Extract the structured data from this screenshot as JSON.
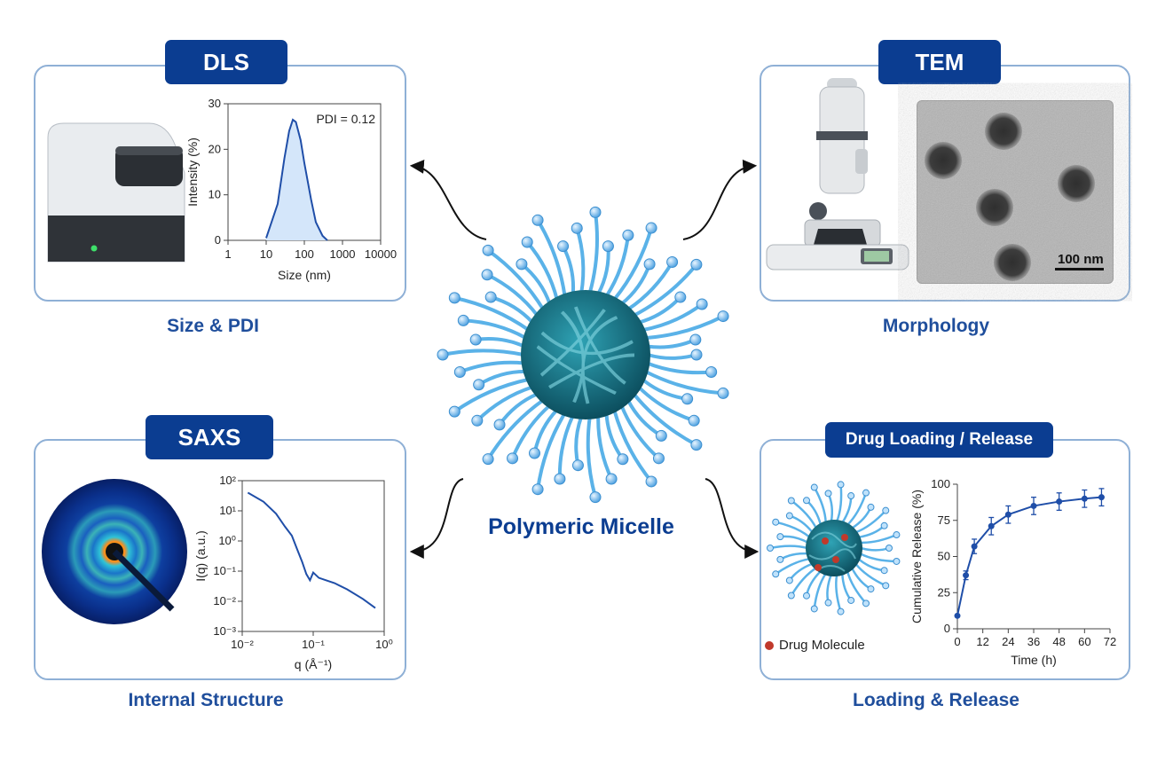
{
  "center": {
    "title": "Polymeric Micelle"
  },
  "dls": {
    "badge": "DLS",
    "caption": "Size & PDI",
    "annotation": "PDI = 0.12",
    "chart_data": {
      "type": "area",
      "xlabel": "Size (nm)",
      "ylabel": "Intensity (%)",
      "x_scale": "log",
      "xlim": [
        1,
        10000
      ],
      "ylim": [
        0,
        30
      ],
      "x_ticks": [
        "1",
        "10",
        "100",
        "1000",
        "10000"
      ],
      "y_ticks": [
        "0",
        "10",
        "20",
        "30"
      ],
      "series": [
        {
          "x": [
            10,
            20,
            30,
            40,
            50,
            60,
            80,
            100,
            150,
            200,
            300,
            400
          ],
          "y": [
            0.5,
            8,
            18,
            24,
            26.5,
            26,
            22,
            17,
            9,
            4,
            1,
            0
          ]
        }
      ]
    }
  },
  "tem": {
    "badge": "TEM",
    "caption": "Morphology",
    "scale_bar": "100 nm"
  },
  "saxs": {
    "badge": "SAXS",
    "caption": "Internal Structure",
    "chart_data": {
      "type": "line",
      "xlabel": "q (Å⁻¹)",
      "ylabel": "I(q) (a.u.)",
      "x_scale": "log",
      "y_scale": "log",
      "xlim": [
        0.01,
        1
      ],
      "ylim": [
        0.001,
        100
      ],
      "x_ticks": [
        "10⁻²",
        "10⁻¹",
        "10⁰"
      ],
      "y_ticks": [
        "10²",
        "10¹",
        "10⁰",
        "10⁻¹",
        "10⁻²",
        "10⁻³"
      ],
      "series": [
        {
          "x": [
            0.012,
            0.02,
            0.03,
            0.04,
            0.05,
            0.06,
            0.07,
            0.08,
            0.09,
            0.1,
            0.12,
            0.15,
            0.2,
            0.3,
            0.5,
            0.75
          ],
          "y": [
            40,
            20,
            8,
            3,
            1.5,
            0.5,
            0.2,
            0.08,
            0.05,
            0.09,
            0.06,
            0.05,
            0.04,
            0.025,
            0.012,
            0.006
          ]
        }
      ]
    }
  },
  "drug": {
    "badge": "Drug Loading / Release",
    "caption": "Loading & Release",
    "legend": "Drug Molecule",
    "chart_data": {
      "type": "line",
      "xlabel": "Time (h)",
      "ylabel": "Cumulative Release (%)",
      "xlim": [
        0,
        72
      ],
      "ylim": [
        0,
        100
      ],
      "x_ticks": [
        "0",
        "12",
        "24",
        "36",
        "48",
        "60",
        "72"
      ],
      "y_ticks": [
        "0",
        "25",
        "50",
        "75",
        "100"
      ],
      "series": [
        {
          "x": [
            0,
            4,
            8,
            16,
            24,
            36,
            48,
            60,
            68
          ],
          "y": [
            9,
            37,
            57,
            71,
            79,
            85,
            88,
            90,
            91
          ],
          "err": [
            0,
            3,
            5,
            6,
            6,
            6,
            6,
            6,
            6
          ]
        }
      ]
    }
  },
  "colors": {
    "accent": "#0b3d91",
    "caption": "#1f4e9c",
    "panel_border": "#8fb0d6",
    "curve": "#1f4ea8",
    "drug": "#c0392b"
  }
}
